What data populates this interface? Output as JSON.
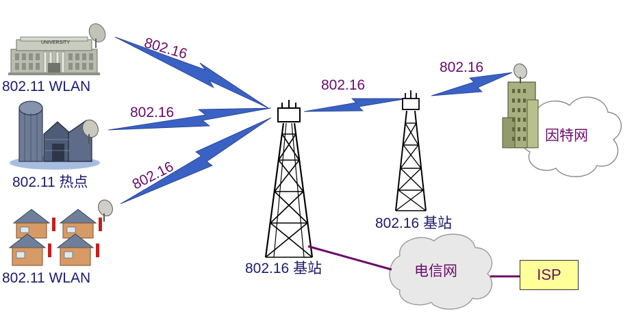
{
  "nodes": {
    "university_label": "802.11 WLAN",
    "farm_label": "802.11 热点",
    "houses_label": "802.11 WLAN",
    "main_tower_label": "802.16 基站",
    "second_tower_label": "802.16 基站",
    "university_sign": "UNIVERSITY",
    "internet_cloud": "因特网",
    "telecom_cloud": "电信网",
    "isp": "ISP"
  },
  "links": {
    "university_link": "802.16",
    "farm_link": "802.16",
    "houses_link": "802.16",
    "tower_to_tower": "802.16",
    "tower_to_internet": "802.16"
  },
  "colors": {
    "lightning": "#3a62c4",
    "label_purple": "#6a0a6a",
    "label_dark": "#1a1a6e",
    "isp_fill": "#ffff99",
    "wire": "#6a0a6a",
    "cloud_fill": "#eeeeee"
  }
}
